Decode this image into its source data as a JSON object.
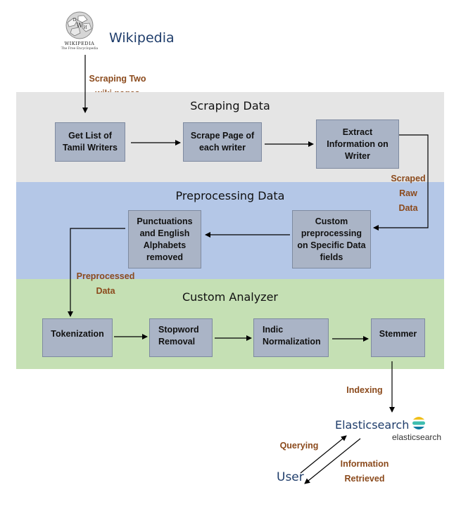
{
  "source": {
    "logo_icon": "wikipedia-globe-icon",
    "logo_wordmark": "Wikipedia",
    "logo_tagline": "The Free Encyclopedia",
    "name": "Wikipedia",
    "scrape_label": "Scraping Two\nwiki pages"
  },
  "bands": [
    {
      "title": "Scraping Data",
      "color": "#e5e5e5",
      "boxes": [
        "Get List of\nTamil Writers",
        "Scrape Page of\neach writer",
        "Extract\nInformation on\nWriter"
      ]
    },
    {
      "title": "Preprocessing Data",
      "color": "#b4c7e7",
      "boxes": [
        "Custom\npreprocessing\non Specific Data\nfields",
        "Punctuations\nand English\nAlphabets\nremoved"
      ]
    },
    {
      "title": "Custom Analyzer",
      "color": "#c5e0b4",
      "boxes": [
        "Tokenization",
        "Stopword\nRemoval",
        "Indic\nNormalization",
        "Stemmer"
      ]
    }
  ],
  "flow_labels": {
    "scraped": "Scraped\nRaw\nData",
    "preprocessed": "Preprocessed\nData",
    "indexing": "Indexing",
    "querying": "Querying",
    "retrieved": "Information\nRetrieved"
  },
  "elasticsearch": {
    "name": "Elasticsearch",
    "logo_icon": "elasticsearch-logo-icon",
    "logo_text": "elasticsearch"
  },
  "user": {
    "name": "User"
  },
  "colors": {
    "box_fill": "#aab4c6",
    "label_brown": "#8b4a1c",
    "title_blue": "#1f3d6b",
    "elastic_yellow": "#f0bf1a",
    "elastic_teal": "#3ebeb0",
    "elastic_blue": "#0779a1"
  }
}
